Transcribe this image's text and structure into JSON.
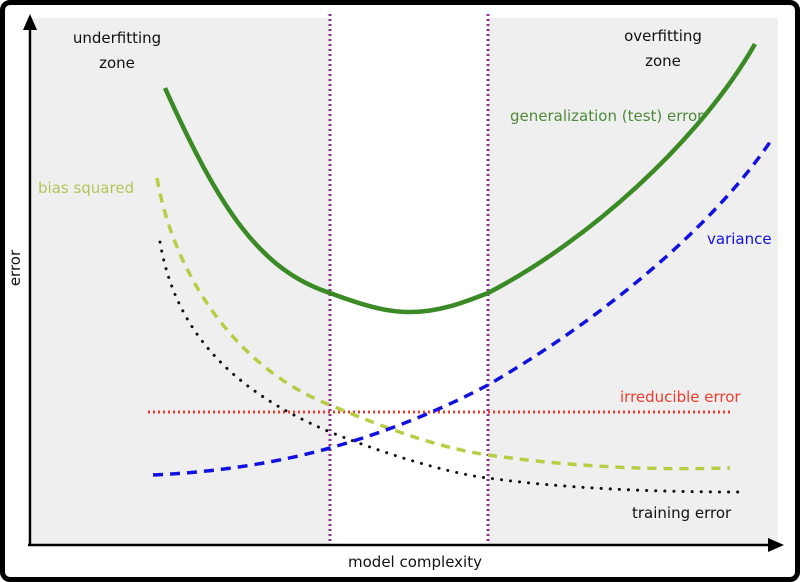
{
  "chart_data": {
    "type": "line",
    "title": "",
    "xlabel": "model complexity",
    "ylabel": "error",
    "grid": false,
    "zones": [
      {
        "name": "underfitting zone",
        "label_line1": "underfitting",
        "label_line2": "zone",
        "x_range": [
          0,
          0.39
        ],
        "fill": "#efefef"
      },
      {
        "name": "optimal zone",
        "x_range": [
          0.39,
          0.61
        ],
        "fill": "#ffffff"
      },
      {
        "name": "overfitting zone",
        "label_line1": "overfitting",
        "label_line2": "zone",
        "x_range": [
          0.61,
          1.0
        ],
        "fill": "#efefef"
      }
    ],
    "boundaries": {
      "color": "#8b2f8f",
      "style": "dotted",
      "x": [
        0.39,
        0.61
      ]
    },
    "series": [
      {
        "name": "generalization (test) error",
        "color": "#3a8a25",
        "style": "solid",
        "shape": "U-shaped, min near middle"
      },
      {
        "name": "bias squared",
        "color": "#b9cc45",
        "style": "dashed",
        "shape": "decreasing"
      },
      {
        "name": "variance",
        "color": "#1212e0",
        "style": "dashed",
        "shape": "increasing"
      },
      {
        "name": "irreducible error",
        "color": "#ee3b2e",
        "style": "dotted",
        "shape": "constant"
      },
      {
        "name": "training error",
        "color": "#111111",
        "style": "dotted",
        "shape": "decreasing"
      }
    ]
  },
  "labels": {
    "underfitting_1": "underfitting",
    "underfitting_2": "zone",
    "overfitting_1": "overfitting",
    "overfitting_2": "zone",
    "generalization": "generalization (test) error",
    "bias": "bias squared",
    "variance": "variance",
    "irreducible": "irreducible error",
    "training": "training error",
    "xlabel": "model complexity",
    "ylabel": "error"
  },
  "colors": {
    "generalization": "#3a8a25",
    "generalization_label": "#4f8a3a",
    "bias": "#b9cc45",
    "variance": "#1212e0",
    "irreducible": "#ee3b2e",
    "training": "#111111",
    "boundary": "#8b2f8f",
    "zone_fill": "#efefef"
  }
}
